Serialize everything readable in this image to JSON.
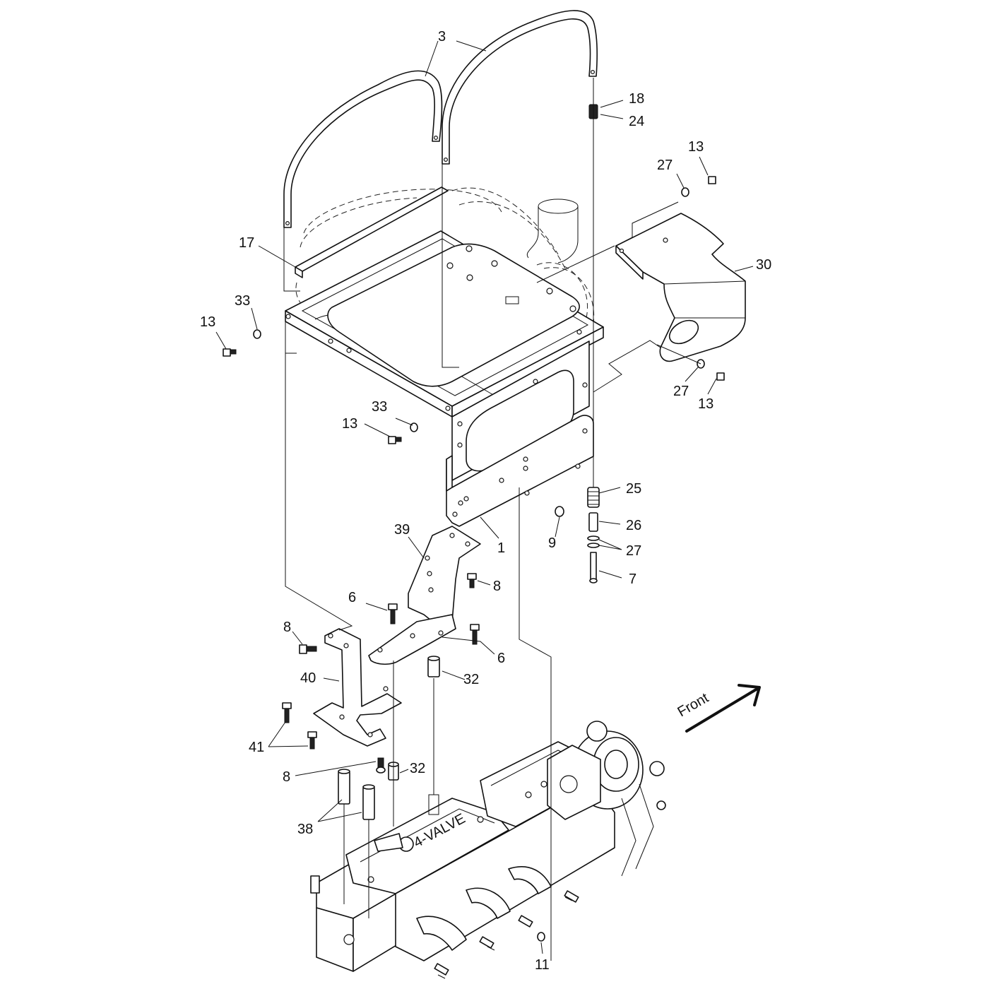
{
  "callouts": {
    "c1": "1",
    "c3": "3",
    "c6a": "6",
    "c6b": "6",
    "c7": "7",
    "c8a": "8",
    "c8b": "8",
    "c8c": "8",
    "c9": "9",
    "c11": "11",
    "c13a": "13",
    "c13b": "13",
    "c13c": "13",
    "c13d": "13",
    "c17": "17",
    "c18": "18",
    "c24": "24",
    "c25": "25",
    "c26": "26",
    "c27a": "27",
    "c27b": "27",
    "c27c": "27",
    "c30": "30",
    "c32a": "32",
    "c32b": "32",
    "c33a": "33",
    "c33b": "33",
    "c38": "38",
    "c39": "39",
    "c40": "40",
    "c41": "41"
  },
  "direction_label": "Front",
  "engine_badge": "4-VALVE"
}
